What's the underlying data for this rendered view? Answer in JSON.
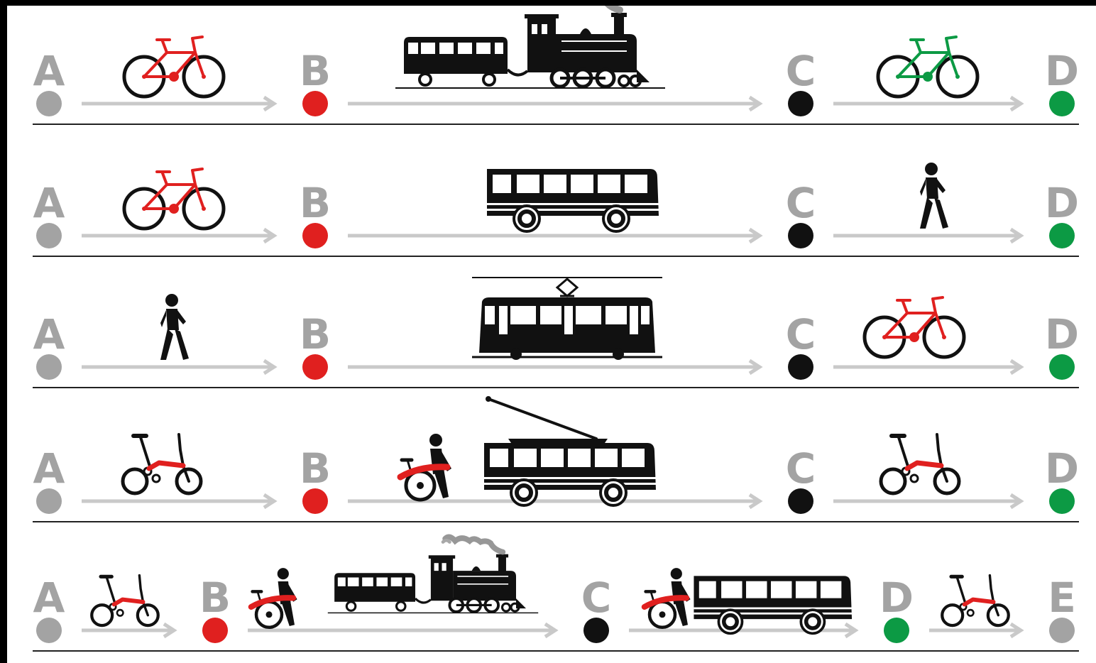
{
  "palette": {
    "grey": "#a3a3a3",
    "red": "#e0201f",
    "black": "#111111",
    "green": "#0c9a44",
    "arrow": "#c9c9c9",
    "line": "#222222"
  },
  "rows": [
    {
      "stops": [
        {
          "label": "A",
          "color": "grey"
        },
        {
          "label": "B",
          "color": "red"
        },
        {
          "label": "C",
          "color": "black"
        },
        {
          "label": "D",
          "color": "green"
        }
      ],
      "legs": [
        {
          "mode": "bicycle",
          "icons": [
            "bicycle-red"
          ]
        },
        {
          "mode": "train",
          "icons": [
            "train"
          ]
        },
        {
          "mode": "bicycle",
          "icons": [
            "bicycle-green"
          ]
        }
      ]
    },
    {
      "stops": [
        {
          "label": "A",
          "color": "grey"
        },
        {
          "label": "B",
          "color": "red"
        },
        {
          "label": "C",
          "color": "black"
        },
        {
          "label": "D",
          "color": "green"
        }
      ],
      "legs": [
        {
          "mode": "bicycle",
          "icons": [
            "bicycle-red"
          ]
        },
        {
          "mode": "bus",
          "icons": [
            "bus"
          ]
        },
        {
          "mode": "walk",
          "icons": [
            "walker"
          ]
        }
      ]
    },
    {
      "stops": [
        {
          "label": "A",
          "color": "grey"
        },
        {
          "label": "B",
          "color": "red"
        },
        {
          "label": "C",
          "color": "black"
        },
        {
          "label": "D",
          "color": "green"
        }
      ],
      "legs": [
        {
          "mode": "walk",
          "icons": [
            "walker"
          ]
        },
        {
          "mode": "tram",
          "icons": [
            "tram"
          ]
        },
        {
          "mode": "bicycle",
          "icons": [
            "bicycle-red"
          ]
        }
      ]
    },
    {
      "stops": [
        {
          "label": "A",
          "color": "grey"
        },
        {
          "label": "B",
          "color": "red"
        },
        {
          "label": "C",
          "color": "black"
        },
        {
          "label": "D",
          "color": "green"
        }
      ],
      "legs": [
        {
          "mode": "folding-bike",
          "icons": [
            "folding-bike"
          ]
        },
        {
          "mode": "trolleybus",
          "icons": [
            "folded-bike-carrier",
            "trolleybus"
          ]
        },
        {
          "mode": "folding-bike",
          "icons": [
            "folding-bike"
          ]
        }
      ]
    },
    {
      "stops": [
        {
          "label": "A",
          "color": "grey"
        },
        {
          "label": "B",
          "color": "red"
        },
        {
          "label": "C",
          "color": "black"
        },
        {
          "label": "D",
          "color": "green"
        },
        {
          "label": "E",
          "color": "grey"
        }
      ],
      "legs": [
        {
          "mode": "folding-bike",
          "icons": [
            "folding-bike"
          ]
        },
        {
          "mode": "train",
          "icons": [
            "folded-bike-carrier",
            "train"
          ]
        },
        {
          "mode": "bus",
          "icons": [
            "folded-bike-carrier",
            "bus"
          ]
        },
        {
          "mode": "folding-bike",
          "icons": [
            "folding-bike"
          ]
        }
      ]
    }
  ]
}
